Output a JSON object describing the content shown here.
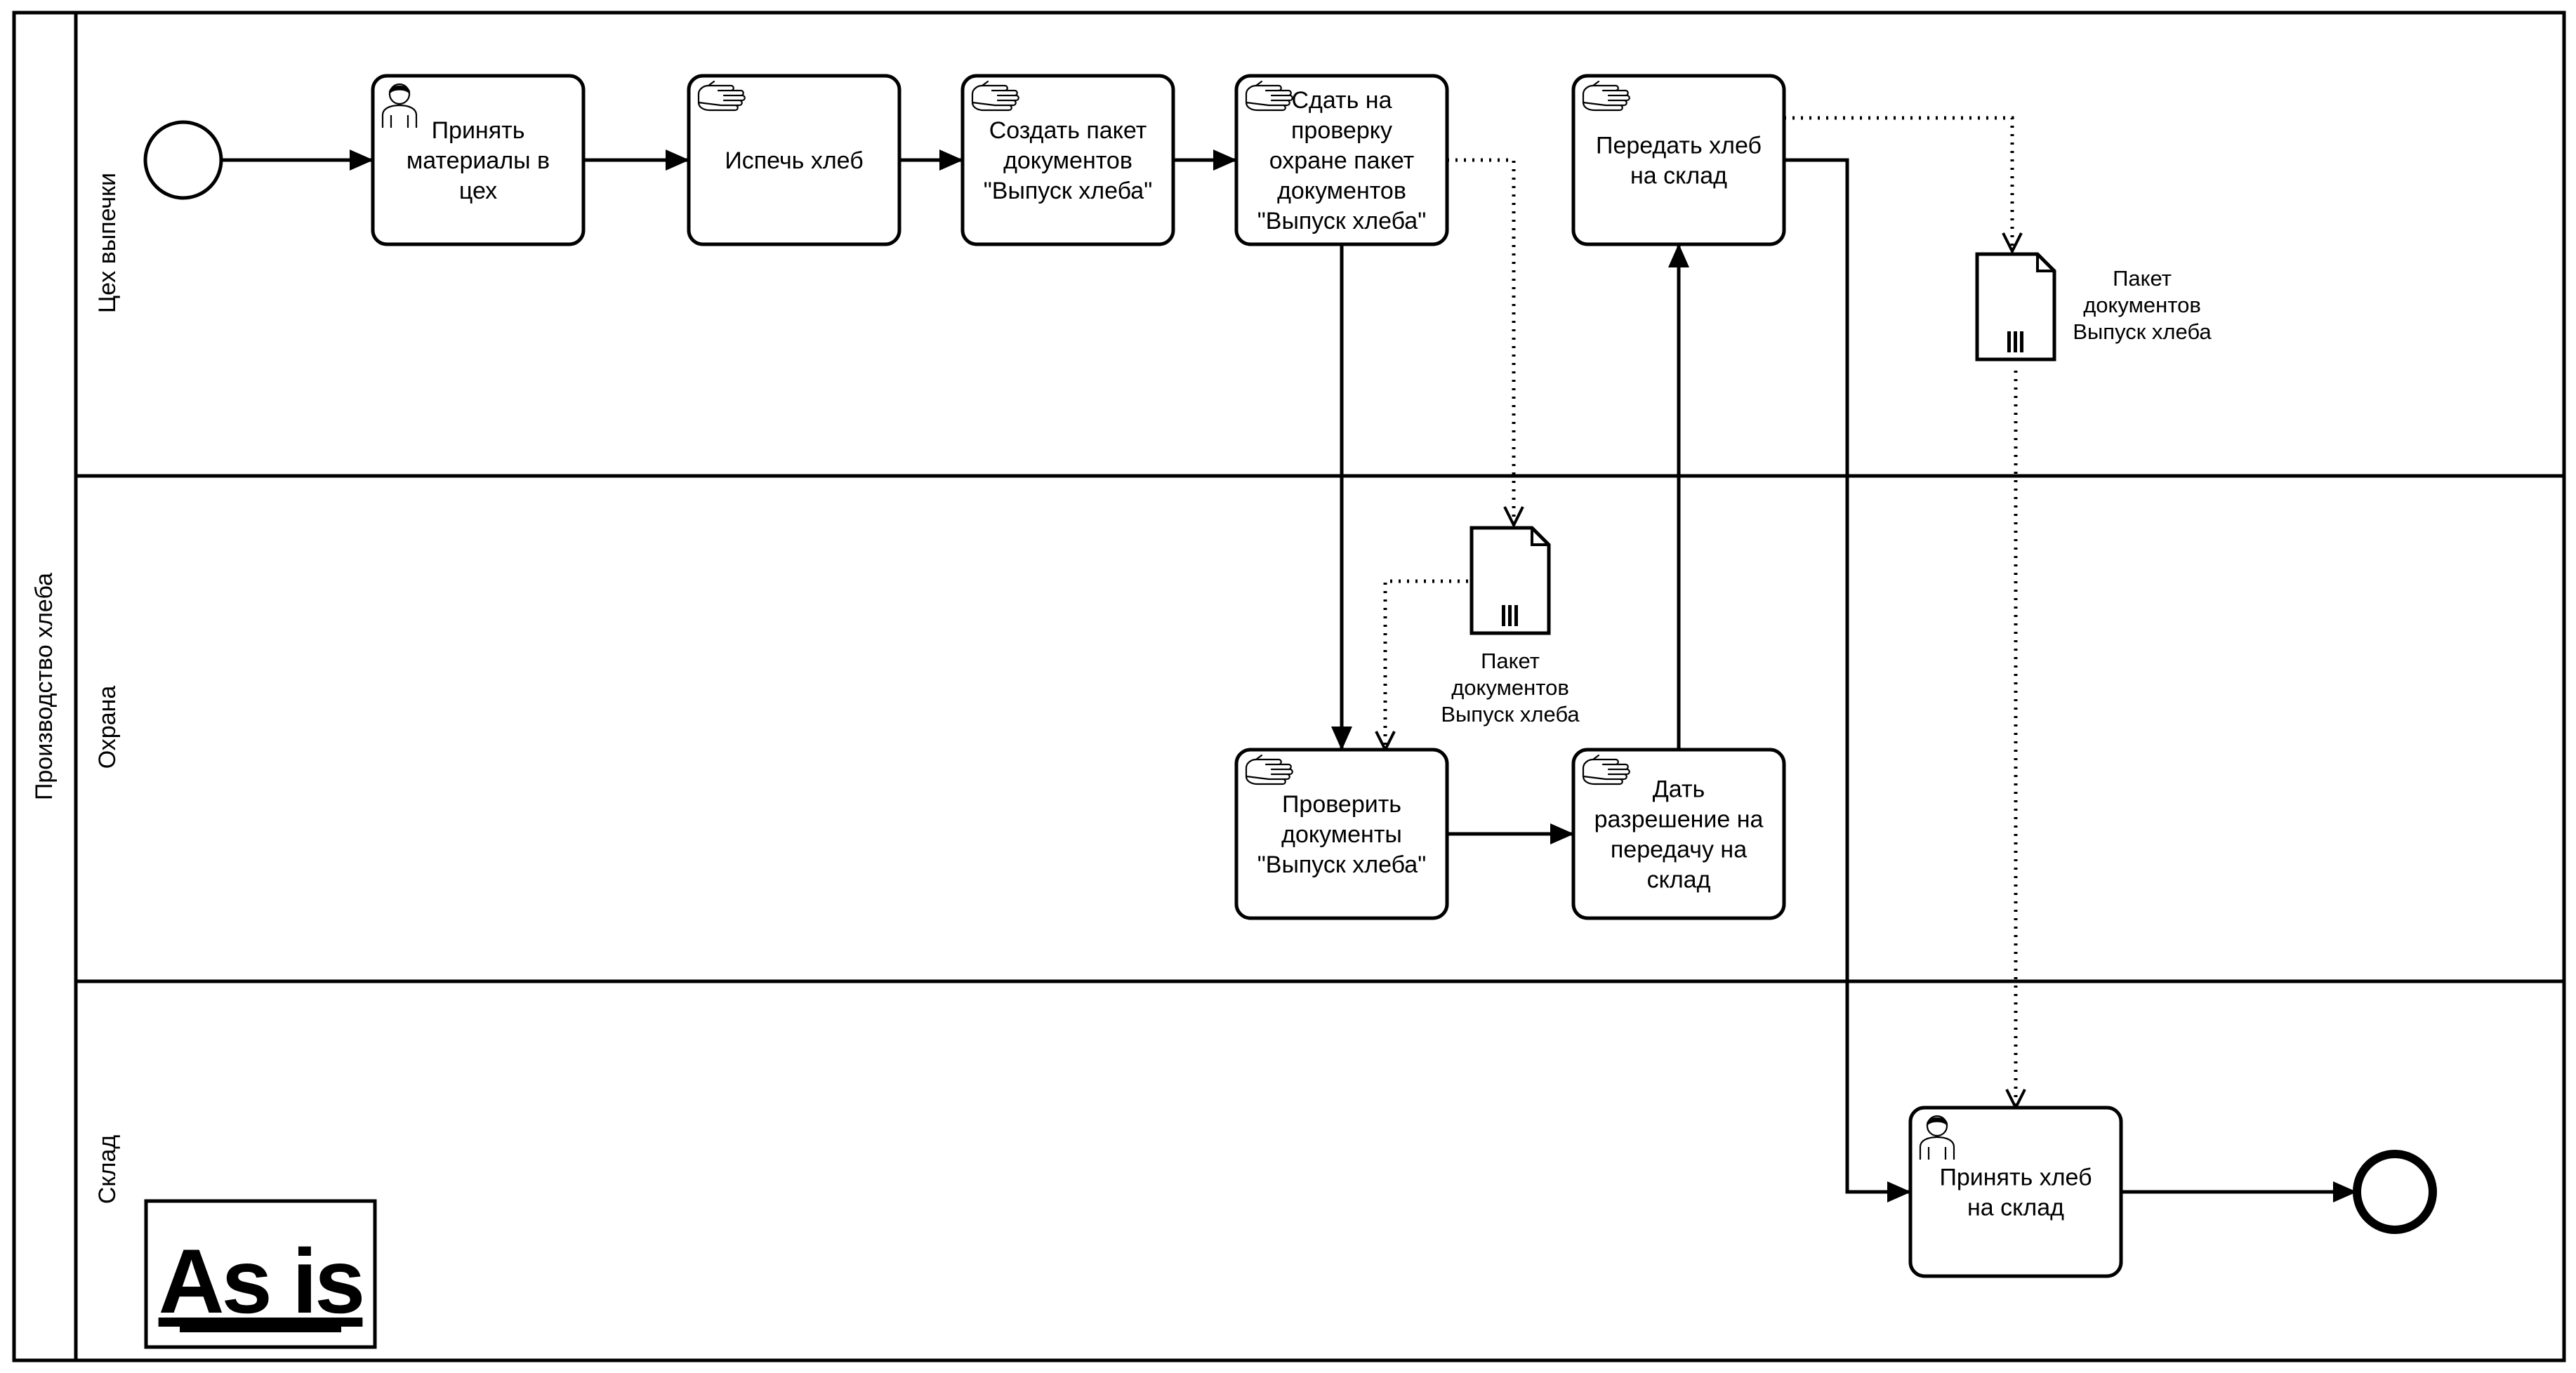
{
  "pool": {
    "label": "Производство хлеба"
  },
  "lanes": [
    {
      "id": "lane-bakery",
      "label": "Цех выпечки"
    },
    {
      "id": "lane-security",
      "label": "Охрана"
    },
    {
      "id": "lane-warehouse",
      "label": "Склад"
    }
  ],
  "tasks": [
    {
      "id": "task-receive-materials",
      "icon": "user-icon",
      "lines": [
        "Принять",
        "материалы в",
        "цех"
      ]
    },
    {
      "id": "task-bake-bread",
      "icon": "hand-icon",
      "lines": [
        "Испечь хлеб"
      ]
    },
    {
      "id": "task-create-docs",
      "icon": "hand-icon",
      "lines": [
        "Создать пакет",
        "документов",
        "\"Выпуск хлеба\""
      ]
    },
    {
      "id": "task-submit-docs",
      "icon": "hand-icon",
      "lines": [
        "Сдать на",
        "проверку",
        "охране пакет",
        "документов",
        "\"Выпуск хлеба\""
      ]
    },
    {
      "id": "task-transfer-bread",
      "icon": "hand-icon",
      "lines": [
        "Передать хлеб",
        "на склад"
      ]
    },
    {
      "id": "task-check-docs",
      "icon": "hand-icon",
      "lines": [
        "Проверить",
        "документы",
        "\"Выпуск хлеба\""
      ]
    },
    {
      "id": "task-give-permission",
      "icon": "hand-icon",
      "lines": [
        "Дать",
        "разрешение на",
        "передачу на",
        "склад"
      ]
    },
    {
      "id": "task-accept-bread",
      "icon": "user-icon",
      "lines": [
        "Принять хлеб",
        "на склад"
      ]
    }
  ],
  "data_objects": [
    {
      "id": "doc-bakery",
      "icon": "document-collection-icon",
      "lines": [
        "Пакет",
        "документов",
        "Выпуск хлеба"
      ]
    },
    {
      "id": "doc-security",
      "icon": "document-collection-icon",
      "lines": [
        "Пакет",
        "документов",
        "Выпуск хлеба"
      ]
    }
  ],
  "badge": {
    "text": "As is"
  },
  "colors": {
    "stroke": "#000000",
    "background": "#ffffff"
  }
}
